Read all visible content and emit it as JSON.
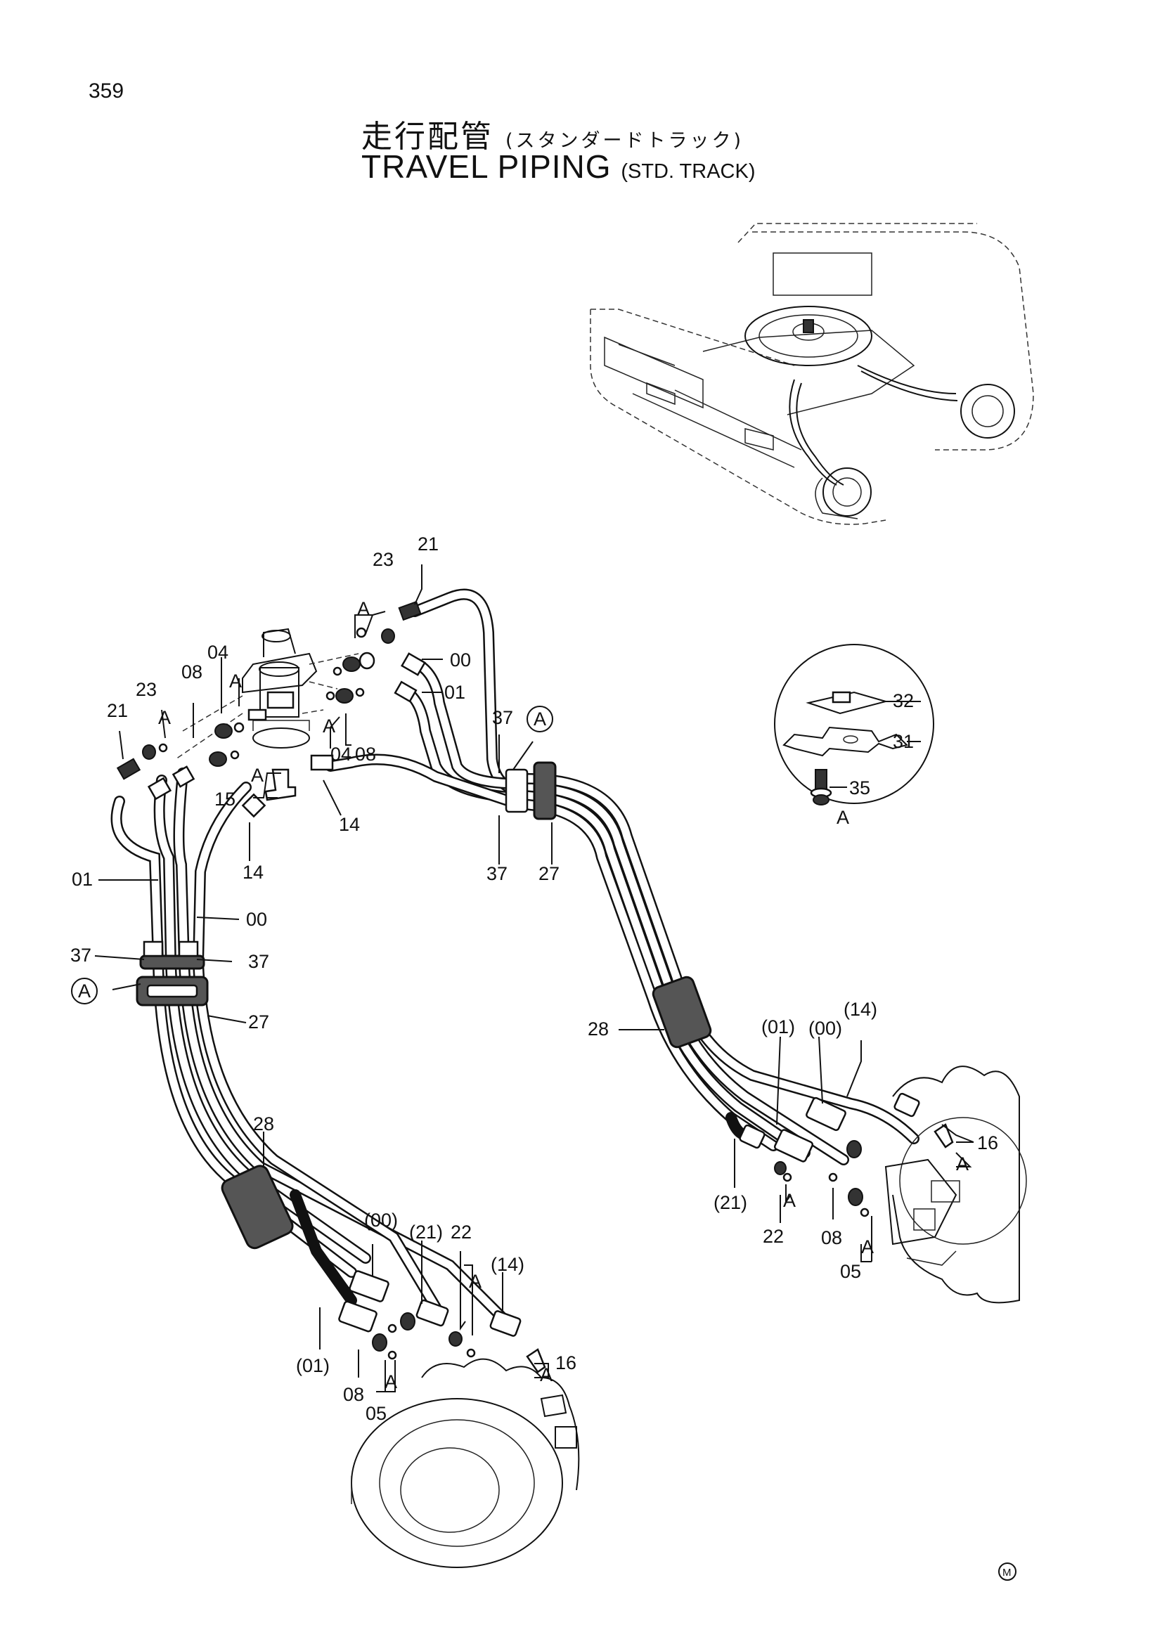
{
  "page_number": "359",
  "title_jp": "走行配管",
  "title_jp_sub": "(スタンダードトラック)",
  "title_en": "TRAVEL PIPING",
  "title_en_sub": "(STD. TRACK)",
  "detail_a": {
    "circle_label": "A",
    "parts": [
      "32",
      "31",
      "35"
    ]
  },
  "callouts": {
    "c23a": "23",
    "c21a": "21",
    "cAa": "A",
    "c00a": "00",
    "c01a": "01",
    "c04a": "04",
    "cAb": "A",
    "c08a": "08",
    "c23b": "23",
    "cAc": "A",
    "c21b": "21",
    "cAd": "A",
    "c04b": "04",
    "c08b": "08",
    "c15": "15",
    "cAe": "A",
    "c37a": "37",
    "cAf": "A",
    "c14a": "14",
    "c14b": "14",
    "c37b": "37",
    "c27a": "27",
    "c01b": "01",
    "c00b": "00",
    "c37c": "37",
    "c37d": "37",
    "cAg": "A",
    "c27b": "27",
    "c28a": "28",
    "c01p": "(01)",
    "c00p": "(00)",
    "c14p": "(14)",
    "c16a": "16",
    "cAh": "A",
    "c21p": "(21)",
    "cAi": "A",
    "c22a": "22",
    "c08c": "08",
    "cAj": "A",
    "c05a": "05",
    "c28b": "28",
    "c00p2": "(00)",
    "c21p2": "(21)",
    "c22b": "22",
    "cAk": "A",
    "c14p2": "(14)",
    "c01p2": "(01)",
    "c16b": "16",
    "cAl": "A",
    "c08d": "08",
    "cAm": "A",
    "c05b": "05"
  },
  "mark": "M"
}
